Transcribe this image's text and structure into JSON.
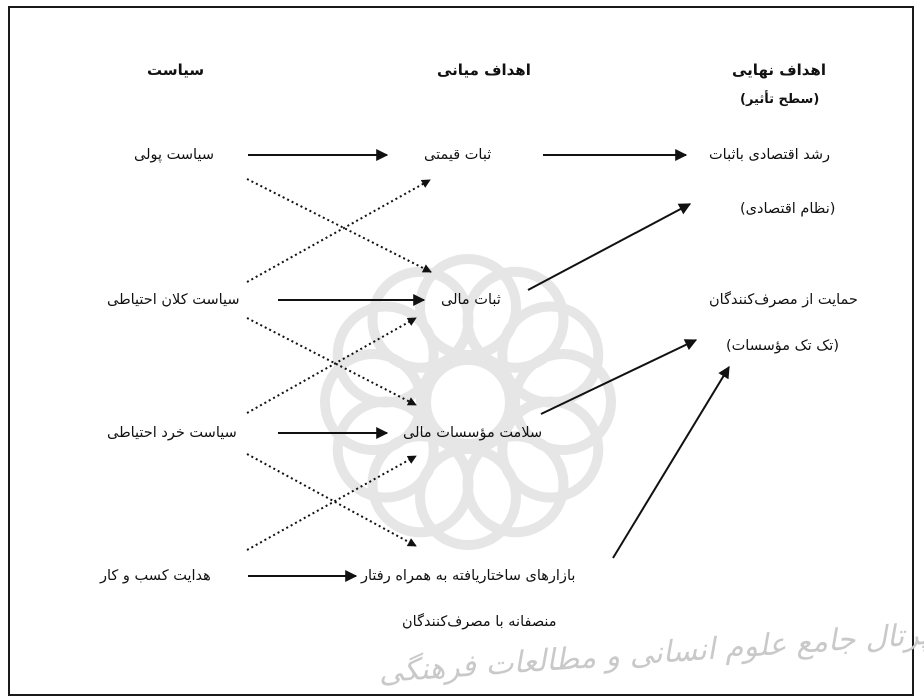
{
  "headers": {
    "policy": "سیاست",
    "intermediate": "اهداف میانی",
    "final": "اهداف نهایی",
    "final_sub": "(سطح تأثیر)"
  },
  "policies": {
    "monetary": "سیاست پولی",
    "macroprudential": "سیاست کلان احتیاطی",
    "microprudential": "سیاست خرد احتیاطی",
    "business_conduct": "هدایت کسب و کار"
  },
  "intermediate": {
    "price_stability": "ثبات قیمتی",
    "financial_stability": "ثبات مالی",
    "institutions_soundness": "سلامت مؤسسات مالی",
    "markets_line1": "بازارهای ساختاریافته به همراه رفتار",
    "markets_line2": "منصفانه با مصرف‌کنندگان"
  },
  "final": {
    "growth_line1": "رشد اقتصادی باثبات",
    "growth_line2": "(نظام اقتصادی)",
    "consumer_line1": "حمایت از مصرف‌کنندگان",
    "consumer_line2": "(تک تک مؤسسات)"
  },
  "watermark": {
    "text": "پرتال جامع علوم انسانی و مطالعات فرهنگی"
  },
  "colors": {
    "line": "#111111",
    "watermark": "#cfcfcf"
  }
}
